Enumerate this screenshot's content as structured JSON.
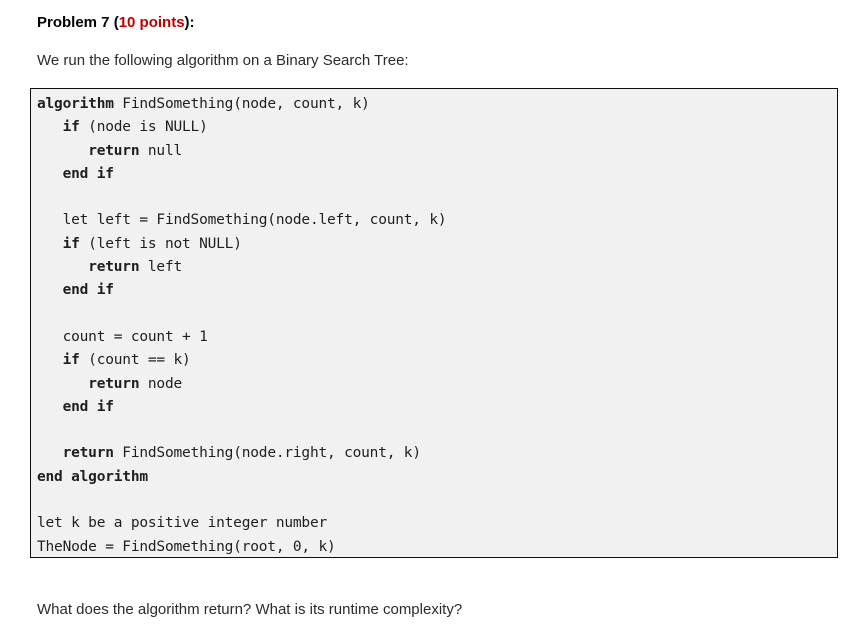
{
  "header": {
    "title_prefix": "Problem 7 (",
    "title_points": "10 points",
    "title_suffix": "):"
  },
  "intro_text": "We run the following algorithm on a Binary Search Tree:",
  "code_block": {
    "lines": [
      [
        {
          "text": "algorithm",
          "bold": true
        },
        {
          "text": " FindSomething(node, count, k)",
          "bold": false
        }
      ],
      [
        {
          "text": "   ",
          "bold": false
        },
        {
          "text": "if",
          "bold": true
        },
        {
          "text": " (node is NULL)",
          "bold": false
        }
      ],
      [
        {
          "text": "      ",
          "bold": false
        },
        {
          "text": "return",
          "bold": true
        },
        {
          "text": " null",
          "bold": false
        }
      ],
      [
        {
          "text": "   ",
          "bold": false
        },
        {
          "text": "end if",
          "bold": true
        }
      ],
      [],
      [
        {
          "text": "   let left = FindSomething(node.left, count, k)",
          "bold": false
        }
      ],
      [
        {
          "text": "   ",
          "bold": false
        },
        {
          "text": "if",
          "bold": true
        },
        {
          "text": " (left is not NULL)",
          "bold": false
        }
      ],
      [
        {
          "text": "      ",
          "bold": false
        },
        {
          "text": "return",
          "bold": true
        },
        {
          "text": " left",
          "bold": false
        }
      ],
      [
        {
          "text": "   ",
          "bold": false
        },
        {
          "text": "end if",
          "bold": true
        }
      ],
      [],
      [
        {
          "text": "   count = count + 1",
          "bold": false
        }
      ],
      [
        {
          "text": "   ",
          "bold": false
        },
        {
          "text": "if",
          "bold": true
        },
        {
          "text": " (count == k)",
          "bold": false
        }
      ],
      [
        {
          "text": "      ",
          "bold": false
        },
        {
          "text": "return",
          "bold": true
        },
        {
          "text": " node",
          "bold": false
        }
      ],
      [
        {
          "text": "   ",
          "bold": false
        },
        {
          "text": "end if",
          "bold": true
        }
      ],
      [],
      [
        {
          "text": "   ",
          "bold": false
        },
        {
          "text": "return",
          "bold": true
        },
        {
          "text": " FindSomething(node.right, count, k)",
          "bold": false
        }
      ],
      [
        {
          "text": "end algorithm",
          "bold": true
        }
      ],
      [],
      [
        {
          "text": "let k be a positive integer number",
          "bold": false
        }
      ],
      [
        {
          "text": "TheNode = FindSomething(root, 0, k)",
          "bold": false
        }
      ]
    ]
  },
  "question_text": "What does the algorithm return? What is its runtime complexity?",
  "colors": {
    "points_red": "#c00000",
    "body_text": "#2b2b2b",
    "code_text": "#1f1f1f",
    "code_background": "#f1f1f1",
    "code_border": "#0f0f0f"
  }
}
